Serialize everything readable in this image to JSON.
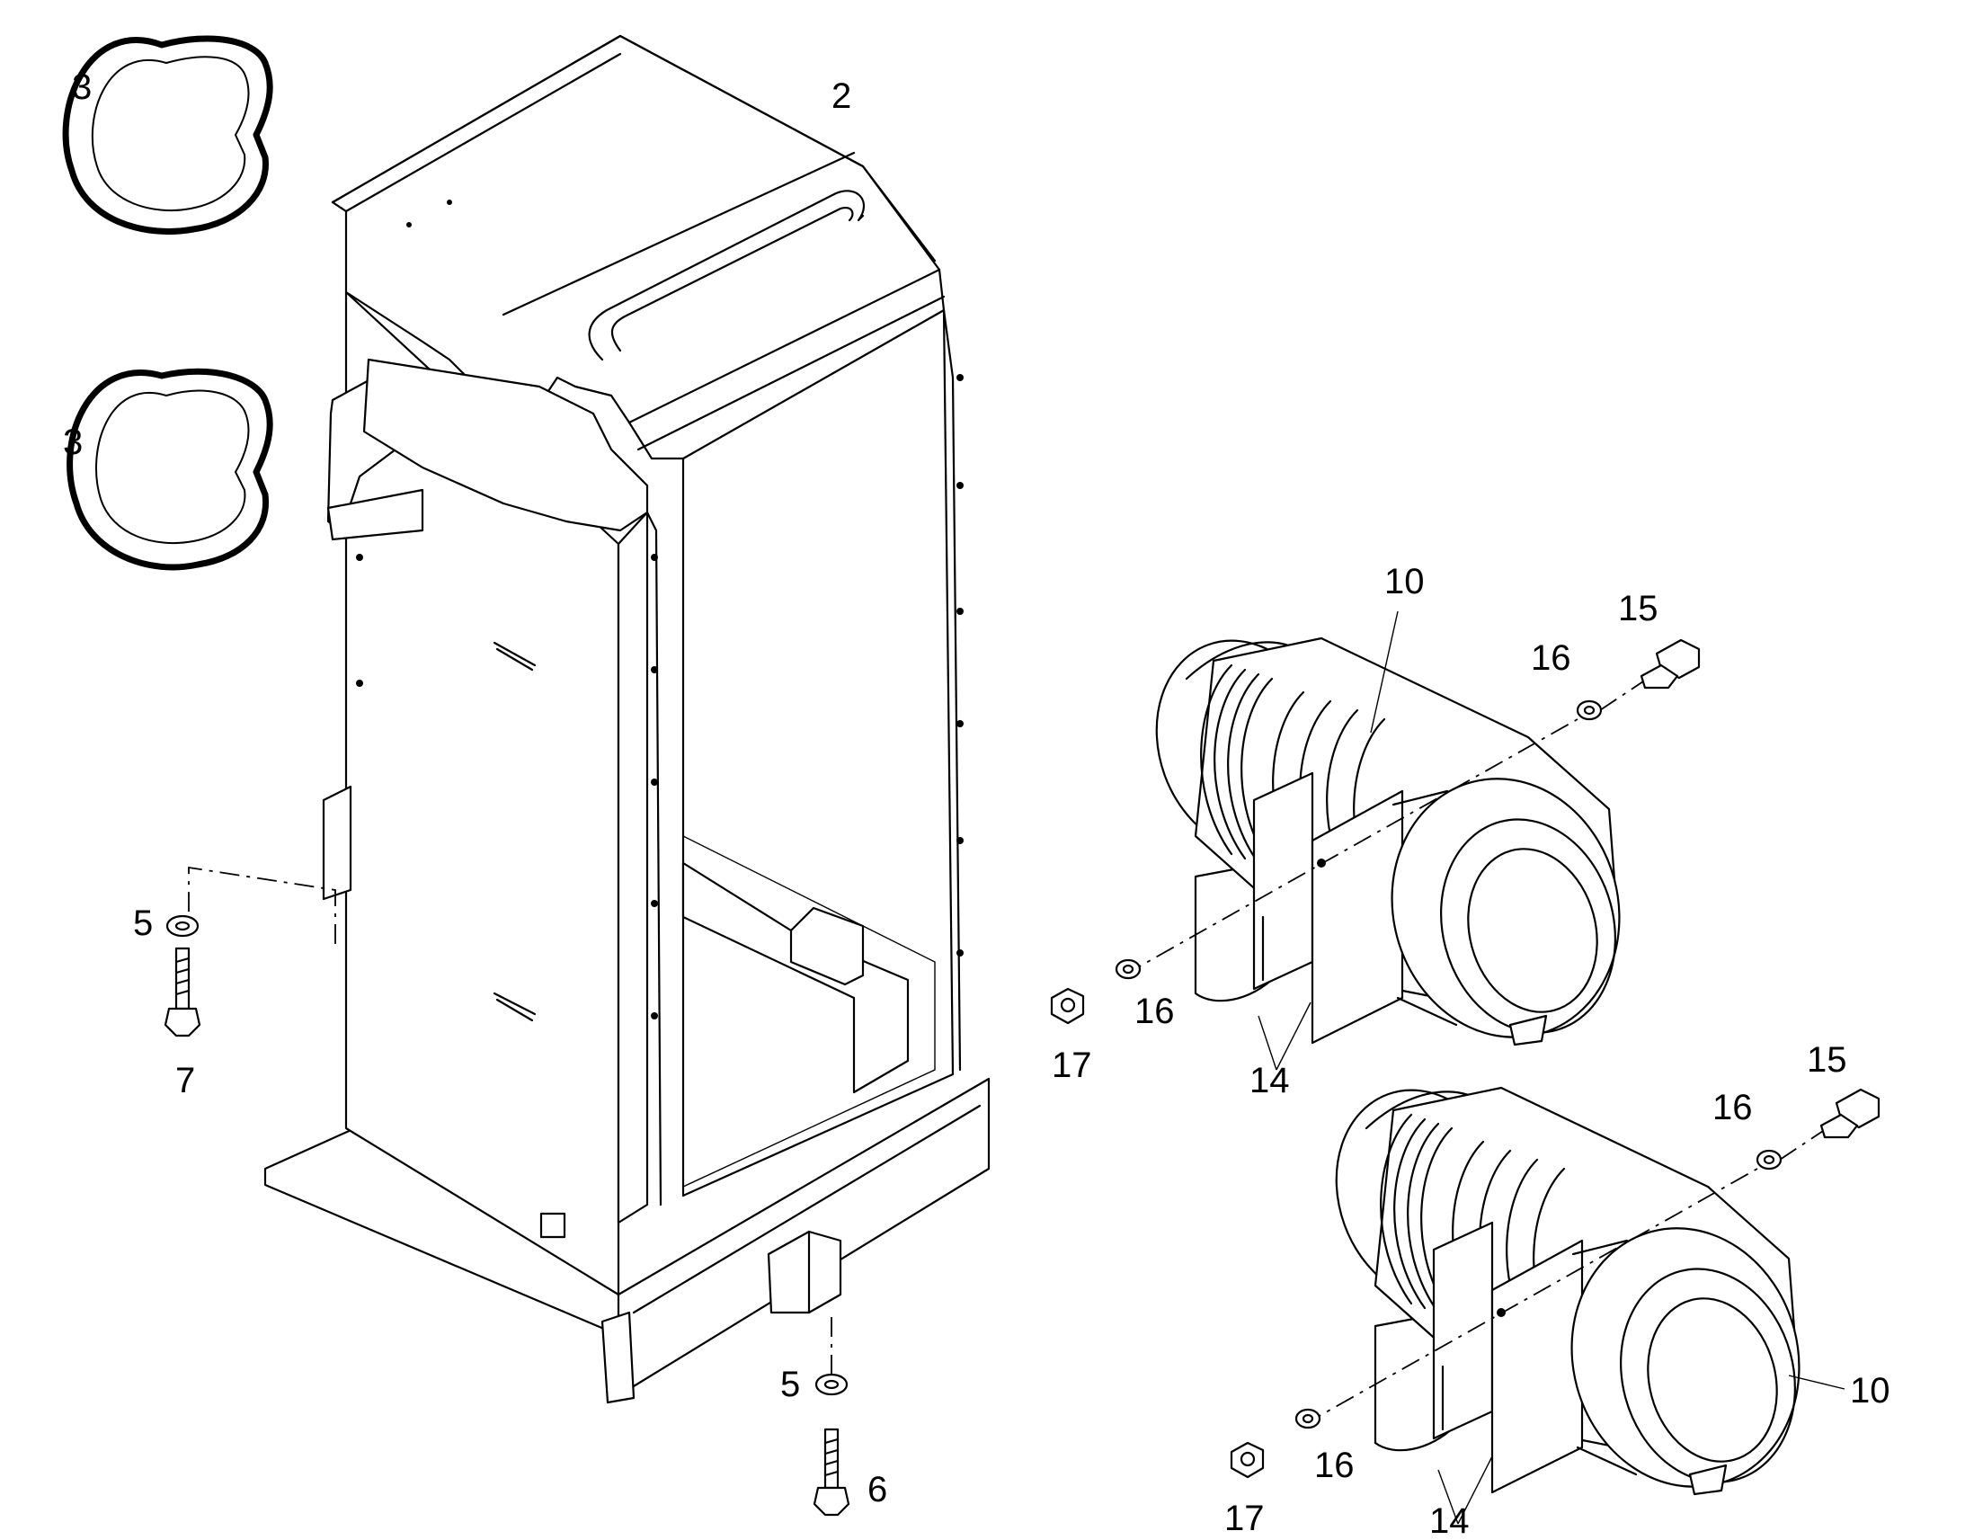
{
  "callouts": {
    "c2": "2",
    "c3a": "3",
    "c3b": "3",
    "c5a": "5",
    "c5b": "5",
    "c6": "6",
    "c7": "7",
    "c10a": "10",
    "c10b": "10",
    "c14a": "14",
    "c14b": "14",
    "c15a": "15",
    "c15b": "15",
    "c16a": "16",
    "c16b": "16",
    "c16c": "16",
    "c16d": "16",
    "c17a": "17",
    "c17b": "17"
  }
}
